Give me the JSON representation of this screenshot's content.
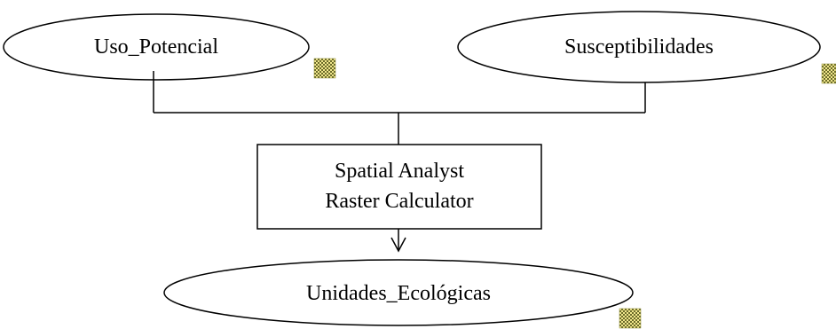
{
  "diagram": {
    "inputs": [
      {
        "label": "Uso_Potencial",
        "type": "raster-layer",
        "icon": "raster-grid-icon"
      },
      {
        "label": "Susceptibilidades",
        "type": "raster-layer",
        "icon": "raster-grid-icon"
      }
    ],
    "process": {
      "line1": "Spatial Analyst",
      "line2": "Raster Calculator"
    },
    "output": {
      "label": "Unidades_Ecológicas",
      "type": "raster-layer",
      "icon": "raster-grid-icon"
    },
    "colors": {
      "stroke": "#000000",
      "background": "#ffffff",
      "icon_light": "#f0e68c",
      "icon_dark": "#6b6b2a"
    }
  }
}
